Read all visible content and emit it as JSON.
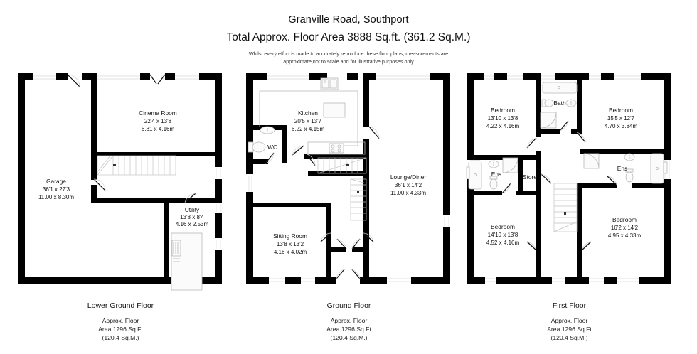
{
  "header": {
    "title": "Granville Road, Southport",
    "subtitle": "Total Approx. Floor Area 3888 Sq.ft. (361.2 Sq.M.)",
    "disclaimer_line1": "Whilst every effort is made to accurately reproduce these floor plans, measurements are",
    "disclaimer_line2": "approximate,not to scale and for illustrative purposes only"
  },
  "floors": [
    {
      "id": "lower-ground",
      "caption_title": "Lower Ground Floor",
      "caption_line1": "Approx. Floor",
      "caption_line2": "Area 1296 Sq.Ft",
      "caption_line3": "(120.4 Sq.M.)",
      "rooms": [
        {
          "name": "Garage",
          "dim_ft": "36'1 x 27'3",
          "dim_m": "11.00 x 8.30m"
        },
        {
          "name": "Cinema Room",
          "dim_ft": "22'4 x 13'8",
          "dim_m": "6.81 x 4.16m"
        },
        {
          "name": "Utility",
          "dim_ft": "13'8 x 8'4",
          "dim_m": "4.16 x 2.53m"
        }
      ]
    },
    {
      "id": "ground",
      "caption_title": "Ground Floor",
      "caption_line1": "Approx. Floor",
      "caption_line2": "Area 1296 Sq.Ft",
      "caption_line3": "(120.4 Sq.M.)",
      "rooms": [
        {
          "name": "Kitchen",
          "dim_ft": "20'5 x 13'7",
          "dim_m": "6.22 x 4.15m"
        },
        {
          "name": "WC",
          "dim_ft": "",
          "dim_m": ""
        },
        {
          "name": "Lounge/Diner",
          "dim_ft": "36'1 x 14'2",
          "dim_m": "11.00 x 4.33m"
        },
        {
          "name": "Sitting Room",
          "dim_ft": "13'8 x 13'2",
          "dim_m": "4.16 x 4.02m"
        }
      ]
    },
    {
      "id": "first",
      "caption_title": "First Floor",
      "caption_line1": "Approx. Floor",
      "caption_line2": "Area 1296 Sq.Ft",
      "caption_line3": "(120.4 Sq.M.)",
      "rooms": [
        {
          "name": "Bedroom",
          "dim_ft": "13'10 x 13'8",
          "dim_m": "4.22 x 4.16m"
        },
        {
          "name": "Bath",
          "dim_ft": "",
          "dim_m": ""
        },
        {
          "name": "Bedroom",
          "dim_ft": "15'5 x 12'7",
          "dim_m": "4.70 x 3.84m"
        },
        {
          "name": "Ens",
          "dim_ft": "",
          "dim_m": ""
        },
        {
          "name": "Store",
          "dim_ft": "",
          "dim_m": ""
        },
        {
          "name": "Ens",
          "dim_ft": "",
          "dim_m": ""
        },
        {
          "name": "Bedroom",
          "dim_ft": "14'10 x 13'8",
          "dim_m": "4.52 x 4.16m"
        },
        {
          "name": "Bedroom",
          "dim_ft": "16'2 x 14'2",
          "dim_m": "4.95 x 4.33m"
        }
      ]
    }
  ],
  "colors": {
    "wall": "#000000",
    "fixture_stroke": "#b9b9b9",
    "background": "#ffffff",
    "text": "#111111"
  }
}
